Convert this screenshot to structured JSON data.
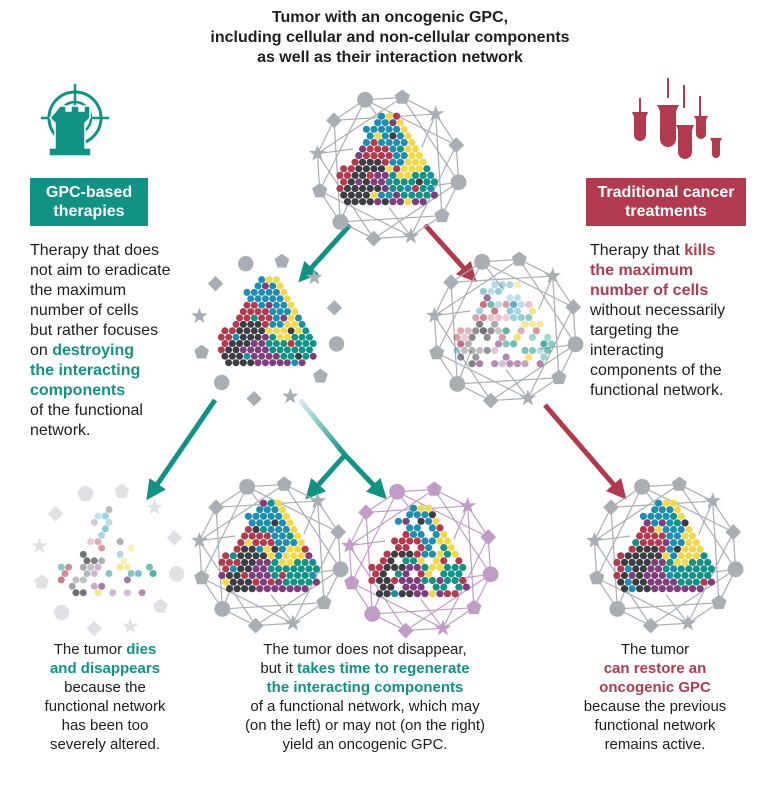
{
  "title": {
    "line1": "Tumor with an oncogenic GPC,",
    "line2": "including cellular and non-cellular components",
    "line3": "as well as their interaction network"
  },
  "badges": {
    "gpc": {
      "line1": "GPC-based",
      "line2": "therapies"
    },
    "traditional": {
      "line1": "Traditional cancer",
      "line2": "treatments"
    }
  },
  "descriptions": {
    "gpc": {
      "l1": "Therapy that does",
      "l2": "not aim to eradicate",
      "l3": "the maximum",
      "l4": "number of cells",
      "l5": "but rather focuses",
      "l6a": "on ",
      "l6b": "destroying",
      "l7": "the interacting",
      "l8": "components",
      "l9": "of the functional",
      "l10": "network."
    },
    "traditional": {
      "l1a": "Therapy that ",
      "l1b": "kills",
      "l2": "the maximum",
      "l3": "number of cells",
      "l4": "without necessarily",
      "l5": "targeting the",
      "l6": "interacting",
      "l7": "components of the",
      "l8": "functional network."
    }
  },
  "captions": {
    "left": {
      "l1a": "The tumor ",
      "l1b": "dies",
      "l2": "and disappears",
      "l3": "because the",
      "l4": "functional network",
      "l5": "has been too",
      "l6": "severely altered."
    },
    "middle": {
      "l1": "The tumor does not disappear,",
      "l2a": "but it ",
      "l2b": "takes time to regenerate",
      "l3": "the interacting components",
      "l4": "of a functional network, which may",
      "l5": "(on the left) or may not (on the right)",
      "l6": "yield an oncogenic GPC."
    },
    "right": {
      "l1": "The tumor",
      "l2": "can restore an",
      "l3": "oncogenic GPC",
      "l4": "because the previous",
      "l5": "functional network",
      "l6": "remains active."
    }
  },
  "colors": {
    "teal": "#109385",
    "red": "#b23a4e",
    "network_gray": "#a9aeb4",
    "network_purple": "#c19cc7",
    "cell_palette": [
      "#3b3d42",
      "#b23a4e",
      "#1c8fb0",
      "#f2d84a",
      "#109385",
      "#7e3d7d"
    ]
  },
  "icons": {
    "gpc": "chess-rook-target-icon",
    "traditional": "falling-bombs-icon"
  }
}
